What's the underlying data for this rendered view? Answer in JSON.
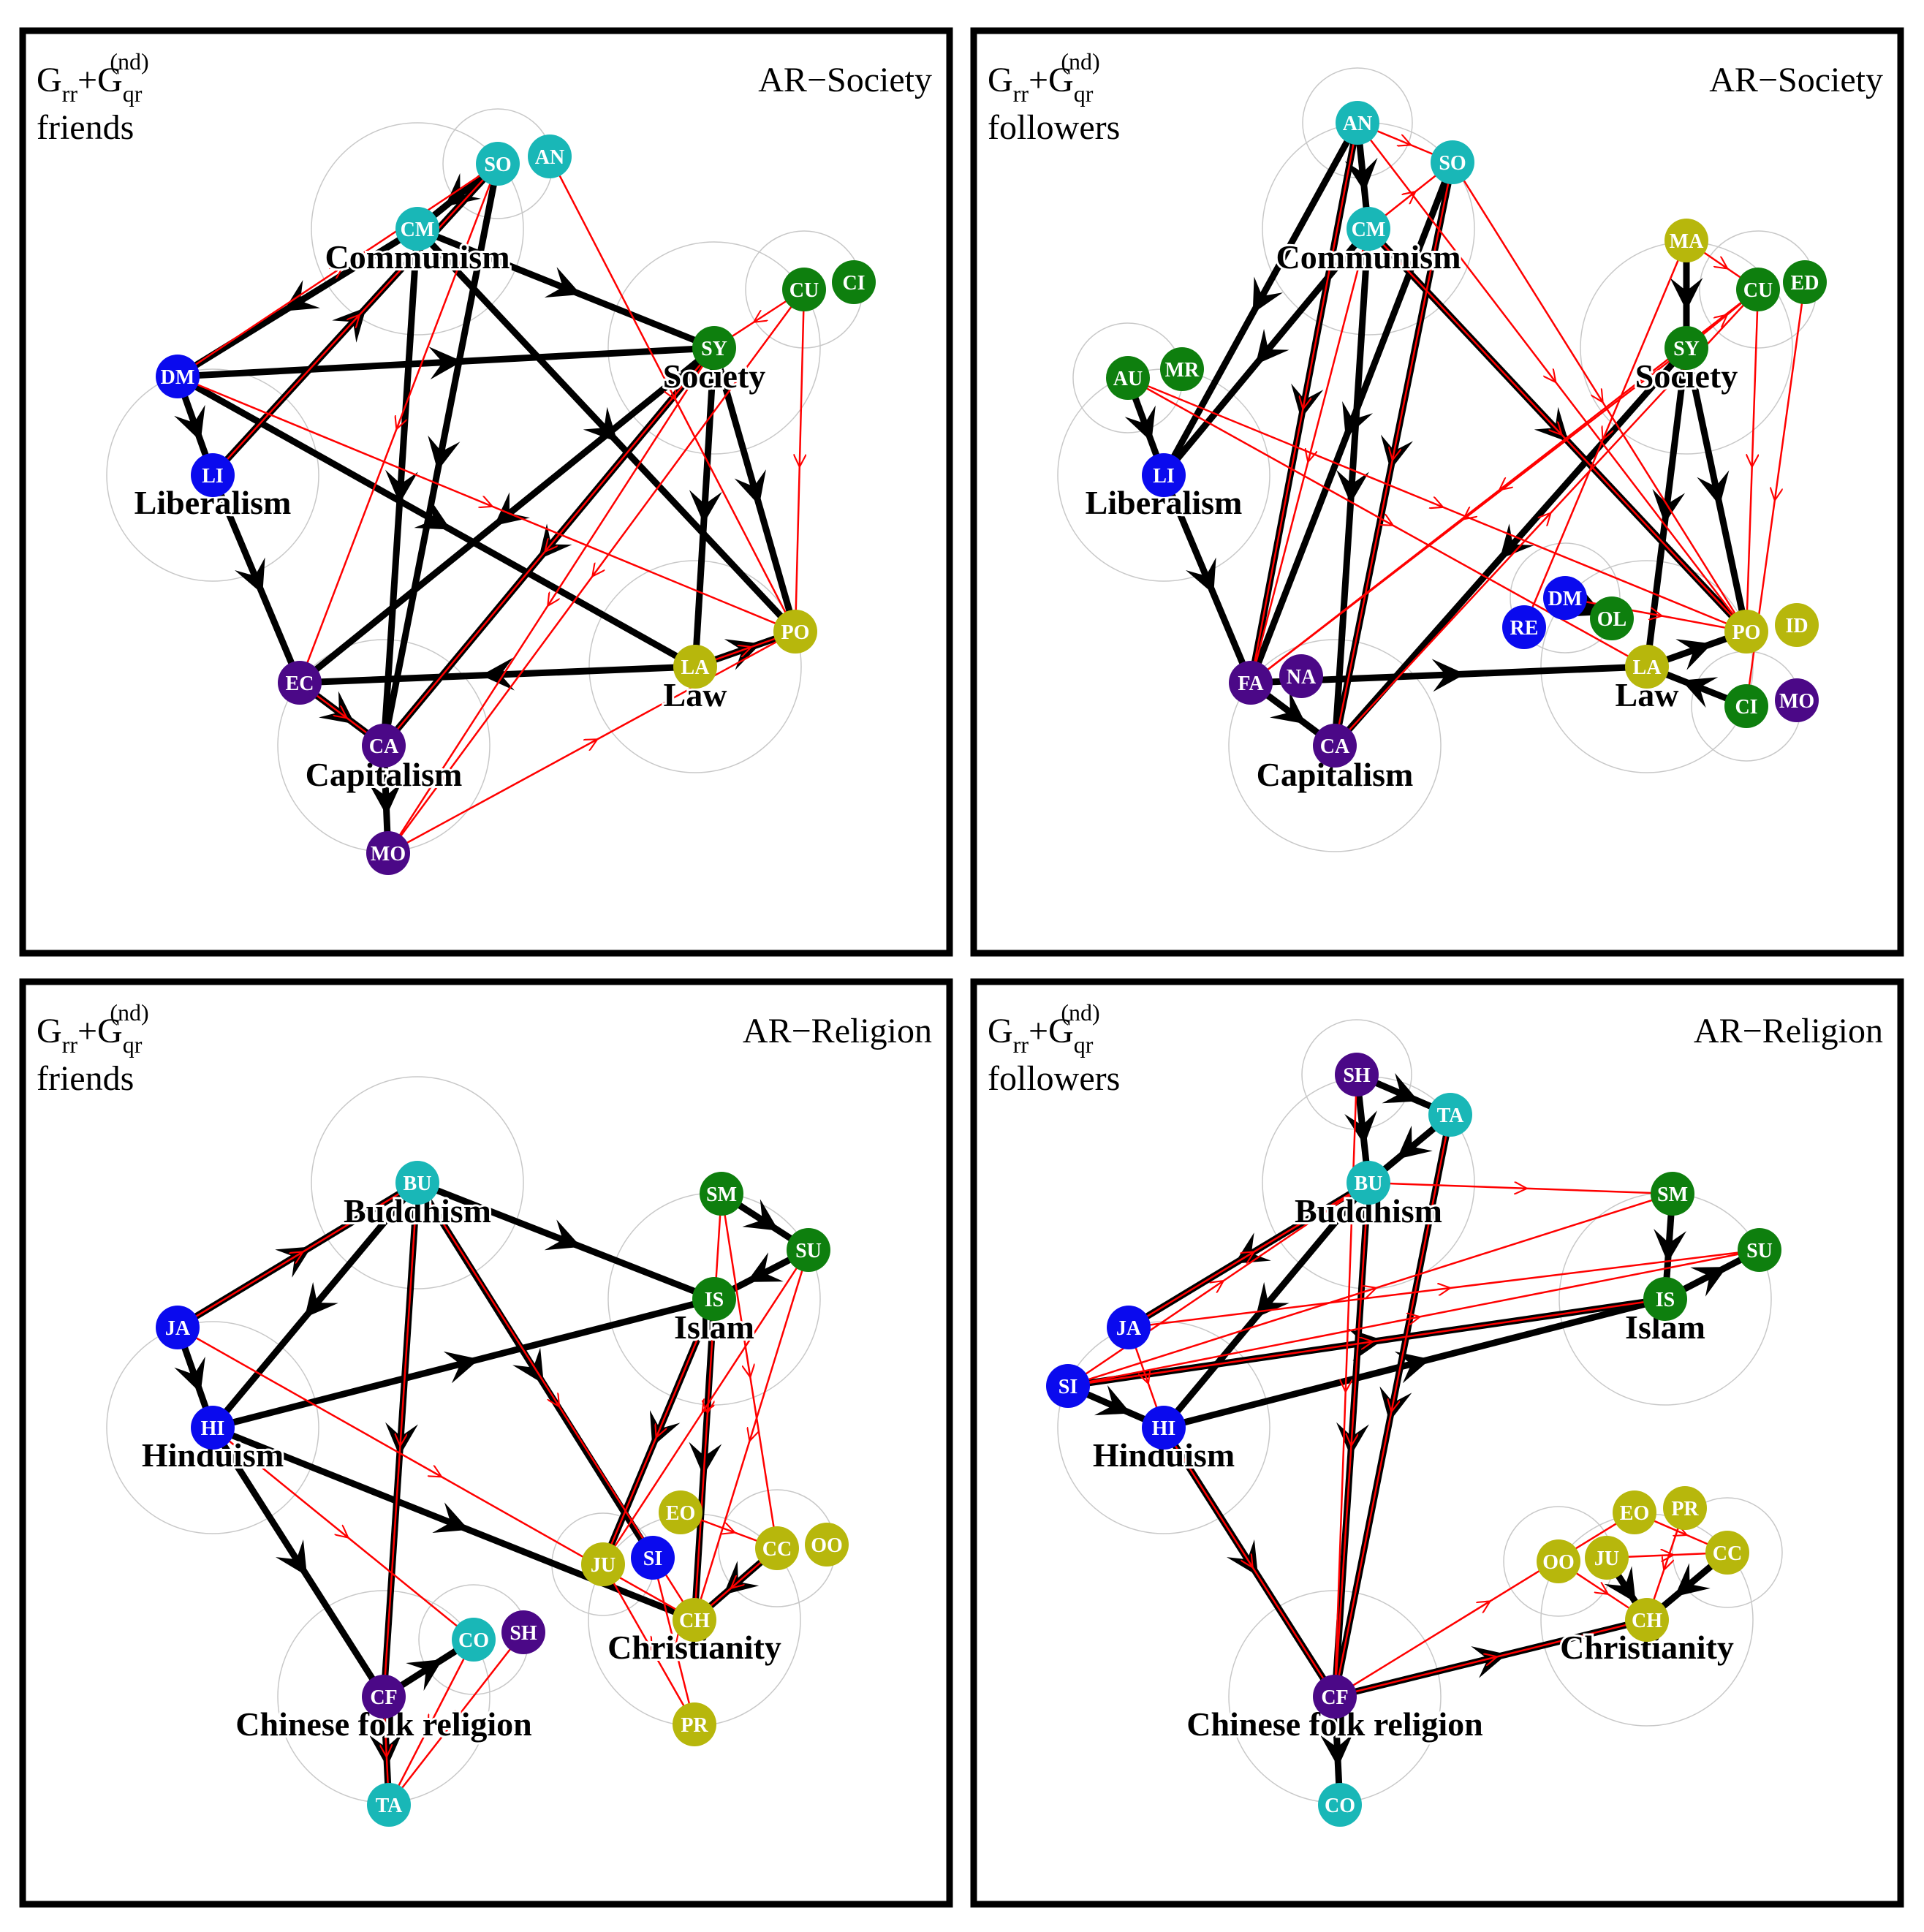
{
  "colors": {
    "cyan": "#19b7b7",
    "green": "#0e7f0e",
    "blue": "#0a0aee",
    "purple": "#4b0887",
    "olive": "#b7b70c",
    "black_edge": "#000000",
    "red_edge": "#ff0000",
    "circle": "#c8c8c8"
  },
  "panels": [
    {
      "graph_prefix": "G",
      "graph_sub1": "rr",
      "graph_plus": "+G",
      "graph_sub2": "qr",
      "graph_sup2": "(nd)",
      "network": "friends",
      "category": "AR−Society",
      "groups": [
        {
          "label": "Communism"
        },
        {
          "label": "Society"
        },
        {
          "label": "Liberalism"
        },
        {
          "label": "Law"
        },
        {
          "label": "Capitalism"
        }
      ],
      "nodes": [
        {
          "label": "SO",
          "color": "cyan"
        },
        {
          "label": "AN",
          "color": "cyan"
        },
        {
          "label": "CM",
          "color": "cyan"
        },
        {
          "label": "CU",
          "color": "green"
        },
        {
          "label": "CI",
          "color": "green"
        },
        {
          "label": "SY",
          "color": "green"
        },
        {
          "label": "DM",
          "color": "blue"
        },
        {
          "label": "LI",
          "color": "blue"
        },
        {
          "label": "PO",
          "color": "olive"
        },
        {
          "label": "LA",
          "color": "olive"
        },
        {
          "label": "EC",
          "color": "purple"
        },
        {
          "label": "CA",
          "color": "purple"
        },
        {
          "label": "MO",
          "color": "purple"
        }
      ],
      "black_edges": [
        [
          "CM",
          "SY"
        ],
        [
          "DM",
          "SY"
        ],
        [
          "DM",
          "LI"
        ],
        [
          "LI",
          "EC"
        ],
        [
          "LI",
          "SO"
        ],
        [
          "CM",
          "DM"
        ],
        [
          "CM",
          "CA"
        ],
        [
          "SO",
          "CA"
        ],
        [
          "CM",
          "PO"
        ],
        [
          "DM",
          "LA"
        ],
        [
          "SY",
          "EC"
        ],
        [
          "SY",
          "CA"
        ],
        [
          "SY",
          "LA"
        ],
        [
          "SY",
          "PO"
        ],
        [
          "LA",
          "EC"
        ],
        [
          "LA",
          "PO"
        ],
        [
          "EC",
          "CA"
        ],
        [
          "CA",
          "MO"
        ],
        [
          "SO",
          "CM"
        ]
      ],
      "red_edges": [
        [
          "DM",
          "SO"
        ],
        [
          "DM",
          "PO"
        ],
        [
          "AN",
          "PO"
        ],
        [
          "CU",
          "MO"
        ],
        [
          "CU",
          "PO"
        ],
        [
          "SY",
          "MO"
        ],
        [
          "MO",
          "PO"
        ],
        [
          "EC",
          "CA"
        ],
        [
          "LA",
          "PO"
        ],
        [
          "SO",
          "EC"
        ],
        [
          "SY",
          "CA"
        ],
        [
          "CU",
          "SY"
        ],
        [
          "LI",
          "SO"
        ]
      ]
    },
    {
      "graph_prefix": "G",
      "graph_sub1": "rr",
      "graph_plus": "+G",
      "graph_sub2": "qr",
      "graph_sup2": "(nd)",
      "network": "followers",
      "category": "AR−Society",
      "groups": [
        {
          "label": "Communism"
        },
        {
          "label": "Society"
        },
        {
          "label": "Liberalism"
        },
        {
          "label": "Law"
        },
        {
          "label": "Capitalism"
        }
      ],
      "nodes": [
        {
          "label": "AN",
          "color": "cyan"
        },
        {
          "label": "SO",
          "color": "cyan"
        },
        {
          "label": "CM",
          "color": "cyan"
        },
        {
          "label": "MA",
          "color": "olive"
        },
        {
          "label": "CU",
          "color": "green"
        },
        {
          "label": "ED",
          "color": "green"
        },
        {
          "label": "SY",
          "color": "green"
        },
        {
          "label": "AU",
          "color": "green"
        },
        {
          "label": "MR",
          "color": "green"
        },
        {
          "label": "LI",
          "color": "blue"
        },
        {
          "label": "DM",
          "color": "blue"
        },
        {
          "label": "RE",
          "color": "blue"
        },
        {
          "label": "OL",
          "color": "green"
        },
        {
          "label": "PO",
          "color": "olive"
        },
        {
          "label": "ID",
          "color": "olive"
        },
        {
          "label": "LA",
          "color": "olive"
        },
        {
          "label": "CI",
          "color": "green"
        },
        {
          "label": "MO",
          "color": "purple"
        },
        {
          "label": "FA",
          "color": "purple"
        },
        {
          "label": "NA",
          "color": "purple"
        },
        {
          "label": "CA",
          "color": "purple"
        }
      ],
      "black_edges": [
        [
          "AN",
          "LI"
        ],
        [
          "CM",
          "LI"
        ],
        [
          "AN",
          "CM"
        ],
        [
          "SO",
          "CA"
        ],
        [
          "CM",
          "CA"
        ],
        [
          "AU",
          "LI"
        ],
        [
          "LI",
          "FA"
        ],
        [
          "FA",
          "CA"
        ],
        [
          "CM",
          "PO"
        ],
        [
          "SY",
          "CA"
        ],
        [
          "SY",
          "LA"
        ],
        [
          "SY",
          "PO"
        ],
        [
          "MA",
          "SY"
        ],
        [
          "FA",
          "LA"
        ],
        [
          "LA",
          "PO"
        ],
        [
          "CI",
          "LA"
        ],
        [
          "DM",
          "OL"
        ],
        [
          "SO",
          "FA"
        ],
        [
          "AN",
          "FA"
        ]
      ],
      "red_edges": [
        [
          "AN",
          "PO"
        ],
        [
          "SO",
          "PO"
        ],
        [
          "AN",
          "SO"
        ],
        [
          "CM",
          "SO"
        ],
        [
          "AU",
          "PO"
        ],
        [
          "AU",
          "LA"
        ],
        [
          "MA",
          "CU"
        ],
        [
          "SY",
          "CU"
        ],
        [
          "CU",
          "PO"
        ],
        [
          "ED",
          "CI"
        ],
        [
          "CU",
          "FA"
        ],
        [
          "SY",
          "FA"
        ],
        [
          "MA",
          "RE"
        ],
        [
          "CM",
          "PO"
        ],
        [
          "DM",
          "PO"
        ],
        [
          "AN",
          "FA"
        ],
        [
          "CA",
          "CU"
        ],
        [
          "SO",
          "CA"
        ],
        [
          "CM",
          "FA"
        ]
      ]
    },
    {
      "graph_prefix": "G",
      "graph_sub1": "rr",
      "graph_plus": "+G",
      "graph_sub2": "qr",
      "graph_sup2": "(nd)",
      "network": "friends",
      "category": "AR−Religion",
      "groups": [
        {
          "label": "Buddhism"
        },
        {
          "label": "Islam"
        },
        {
          "label": "Hinduism"
        },
        {
          "label": "Christianity"
        },
        {
          "label": "Chinese folk religion"
        }
      ],
      "nodes": [
        {
          "label": "BU",
          "color": "cyan"
        },
        {
          "label": "SM",
          "color": "green"
        },
        {
          "label": "SU",
          "color": "green"
        },
        {
          "label": "IS",
          "color": "green"
        },
        {
          "label": "JA",
          "color": "blue"
        },
        {
          "label": "HI",
          "color": "blue"
        },
        {
          "label": "EO",
          "color": "olive"
        },
        {
          "label": "CC",
          "color": "olive"
        },
        {
          "label": "OO",
          "color": "olive"
        },
        {
          "label": "JU",
          "color": "olive"
        },
        {
          "label": "SI",
          "color": "blue"
        },
        {
          "label": "CH",
          "color": "olive"
        },
        {
          "label": "PR",
          "color": "olive"
        },
        {
          "label": "CO",
          "color": "cyan"
        },
        {
          "label": "SH",
          "color": "purple"
        },
        {
          "label": "CF",
          "color": "purple"
        },
        {
          "label": "TA",
          "color": "cyan"
        }
      ],
      "black_edges": [
        [
          "BU",
          "IS"
        ],
        [
          "BU",
          "HI"
        ],
        [
          "BU",
          "CF"
        ],
        [
          "BU",
          "SI"
        ],
        [
          "JA",
          "HI"
        ],
        [
          "HI",
          "IS"
        ],
        [
          "HI",
          "CF"
        ],
        [
          "HI",
          "CH"
        ],
        [
          "IS",
          "JU"
        ],
        [
          "IS",
          "CH"
        ],
        [
          "SU",
          "IS"
        ],
        [
          "SM",
          "SU"
        ],
        [
          "CF",
          "CO"
        ],
        [
          "CF",
          "TA"
        ],
        [
          "CC",
          "CH"
        ],
        [
          "JA",
          "BU"
        ]
      ],
      "red_edges": [
        [
          "JA",
          "BU"
        ],
        [
          "JA",
          "CH"
        ],
        [
          "BU",
          "CH"
        ],
        [
          "BU",
          "CF"
        ],
        [
          "SM",
          "CH"
        ],
        [
          "SU",
          "CH"
        ],
        [
          "SU",
          "JU"
        ],
        [
          "SM",
          "CC"
        ],
        [
          "HI",
          "CO"
        ],
        [
          "CO",
          "TA"
        ],
        [
          "SH",
          "TA"
        ],
        [
          "IS",
          "JU"
        ],
        [
          "EO",
          "CC"
        ],
        [
          "JU",
          "PR"
        ],
        [
          "CC",
          "CH"
        ],
        [
          "SI",
          "PR"
        ],
        [
          "CF",
          "TA"
        ]
      ]
    },
    {
      "graph_prefix": "G",
      "graph_sub1": "rr",
      "graph_plus": "+G",
      "graph_sub2": "qr",
      "graph_sup2": "(nd)",
      "network": "followers",
      "category": "AR−Religion",
      "groups": [
        {
          "label": "Buddhism"
        },
        {
          "label": "Islam"
        },
        {
          "label": "Hinduism"
        },
        {
          "label": "Christianity"
        },
        {
          "label": "Chinese folk religion"
        }
      ],
      "nodes": [
        {
          "label": "SH",
          "color": "purple"
        },
        {
          "label": "TA",
          "color": "cyan"
        },
        {
          "label": "BU",
          "color": "cyan"
        },
        {
          "label": "SM",
          "color": "green"
        },
        {
          "label": "SU",
          "color": "green"
        },
        {
          "label": "IS",
          "color": "green"
        },
        {
          "label": "JA",
          "color": "blue"
        },
        {
          "label": "SI",
          "color": "blue"
        },
        {
          "label": "HI",
          "color": "blue"
        },
        {
          "label": "EO",
          "color": "olive"
        },
        {
          "label": "PR",
          "color": "olive"
        },
        {
          "label": "OO",
          "color": "olive"
        },
        {
          "label": "JU",
          "color": "olive"
        },
        {
          "label": "CC",
          "color": "olive"
        },
        {
          "label": "CH",
          "color": "olive"
        },
        {
          "label": "CF",
          "color": "purple"
        },
        {
          "label": "CO",
          "color": "cyan"
        }
      ],
      "black_edges": [
        [
          "SH",
          "BU"
        ],
        [
          "TA",
          "BU"
        ],
        [
          "BU",
          "CF"
        ],
        [
          "TA",
          "CF"
        ],
        [
          "BU",
          "JA"
        ],
        [
          "BU",
          "HI"
        ],
        [
          "SI",
          "IS"
        ],
        [
          "HI",
          "IS"
        ],
        [
          "SI",
          "HI"
        ],
        [
          "IS",
          "SU"
        ],
        [
          "SM",
          "IS"
        ],
        [
          "HI",
          "CF"
        ],
        [
          "CF",
          "CH"
        ],
        [
          "CF",
          "CO"
        ],
        [
          "CC",
          "CH"
        ],
        [
          "JU",
          "CH"
        ],
        [
          "SH",
          "TA"
        ]
      ],
      "red_edges": [
        [
          "JA",
          "BU"
        ],
        [
          "SI",
          "BU"
        ],
        [
          "SI",
          "SM"
        ],
        [
          "SI",
          "SU"
        ],
        [
          "BU",
          "SM"
        ],
        [
          "JA",
          "SU"
        ],
        [
          "BU",
          "CF"
        ],
        [
          "TA",
          "CF"
        ],
        [
          "SH",
          "CF"
        ],
        [
          "HI",
          "CF"
        ],
        [
          "CF",
          "CH"
        ],
        [
          "SI",
          "IS"
        ],
        [
          "EO",
          "CC"
        ],
        [
          "OO",
          "CH"
        ],
        [
          "PR",
          "CH"
        ],
        [
          "JU",
          "CC"
        ],
        [
          "CF",
          "EO"
        ],
        [
          "JA",
          "HI"
        ]
      ]
    }
  ]
}
